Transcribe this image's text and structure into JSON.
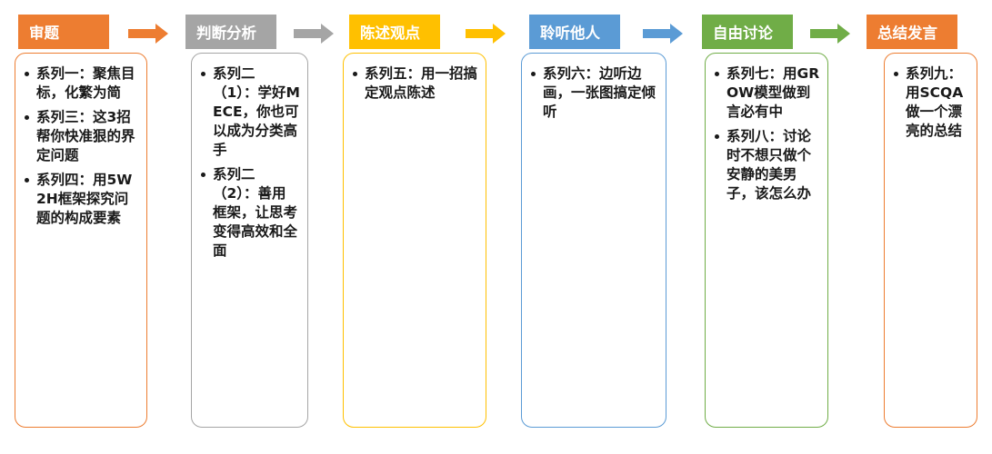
{
  "stages": [
    {
      "title": "审题",
      "color": "#ED7D31",
      "items": [
        "系列一：聚焦目标，化繁为简",
        "系列三：这3招帮你快准狠的界定问题",
        "系列四：用5W2H框架探究问题的构成要素"
      ]
    },
    {
      "title": "判断分析",
      "color": "#A5A5A5",
      "items": [
        "系列二（1）：学好MECE，你也可以成为分类高手",
        "系列二（2）：善用框架，让思考变得高效和全面"
      ]
    },
    {
      "title": "陈述观点",
      "color": "#FFC000",
      "items": [
        "系列五：用一招搞定观点陈述"
      ]
    },
    {
      "title": "聆听他人",
      "color": "#5B9BD5",
      "items": [
        "系列六：边听边画，一张图搞定倾听"
      ]
    },
    {
      "title": "自由讨论",
      "color": "#70AD47",
      "items": [
        "系列七：用GROW模型做到言必有中",
        "系列八：讨论时不想只做个安静的美男子，该怎么办"
      ]
    },
    {
      "title": "总结发言",
      "color": "#ED7D31",
      "items": [
        "系列九：用SCQA做一个漂亮的总结"
      ]
    }
  ]
}
